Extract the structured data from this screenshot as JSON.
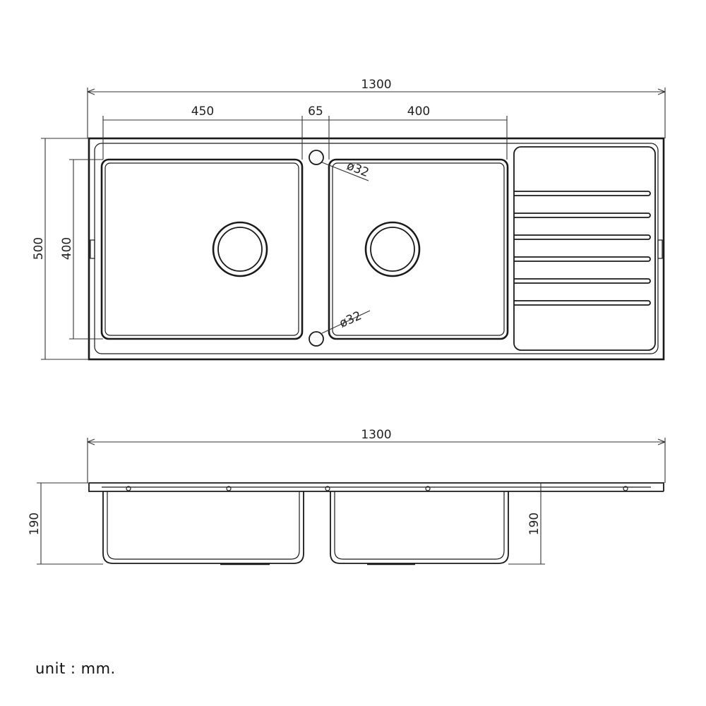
{
  "top_view": {
    "overall_length": "1300",
    "overall_width": "500",
    "bowl_depth_y": "400",
    "left_bowl_width": "450",
    "gap": "65",
    "right_bowl_width": "400",
    "tap_hole_top": "ø32",
    "tap_hole_bottom": "ø32"
  },
  "side_view": {
    "overall_length": "1300",
    "depth_left": "190",
    "depth_right": "190"
  },
  "unit": "unit : mm."
}
